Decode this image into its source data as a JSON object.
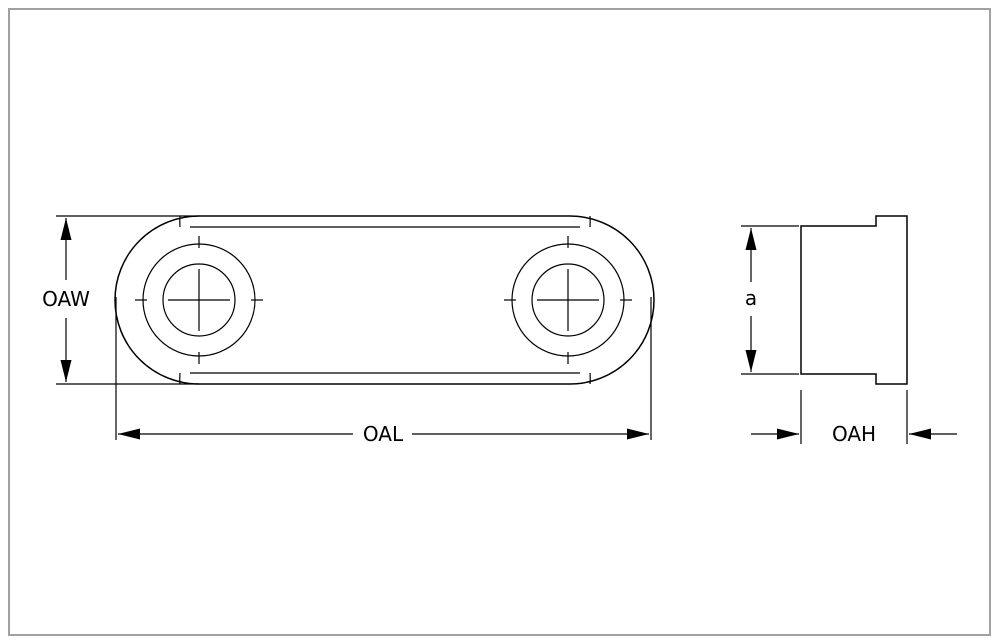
{
  "diagram": {
    "line_color": "#000000",
    "frame_color": "#a0a0a0",
    "labels": {
      "oaw": "OAW",
      "oal": "OAL",
      "a": "a",
      "oah": "OAH"
    }
  }
}
